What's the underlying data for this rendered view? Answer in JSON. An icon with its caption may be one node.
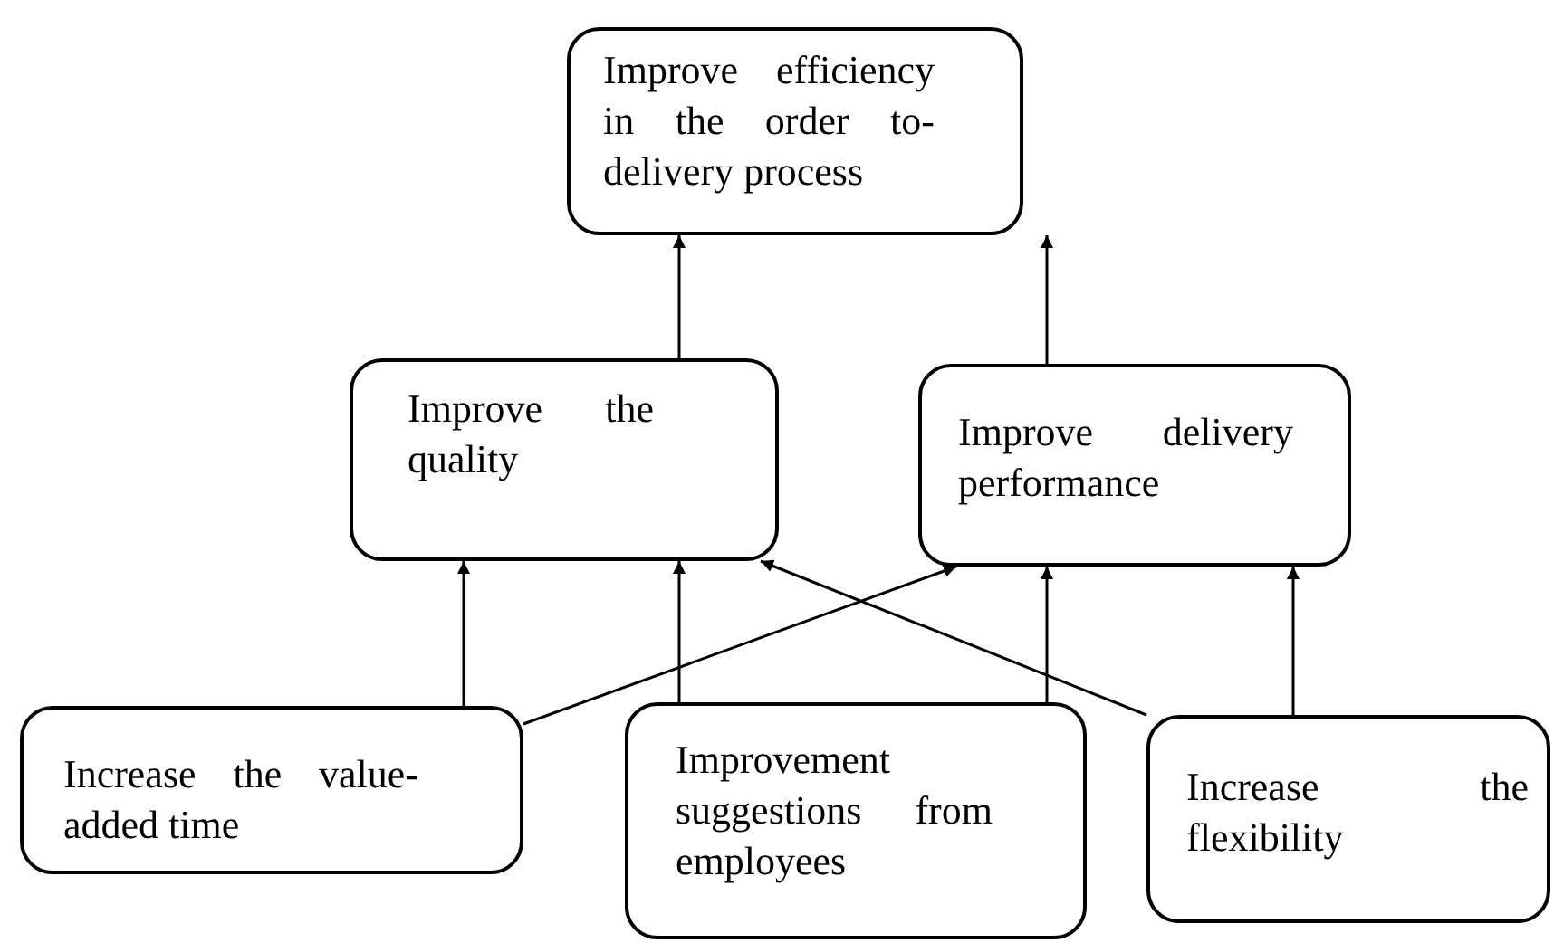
{
  "diagram": {
    "nodes": [
      {
        "text": [
          "Improve efficiency in the order to-delivery process"
        ]
      },
      {
        "text": [
          "Improve the quality"
        ]
      },
      {
        "text": [
          "Improve delivery performance"
        ]
      },
      {
        "text": [
          "Increase the value-added time"
        ]
      },
      {
        "text": [
          "Improvement suggestions from employees"
        ]
      },
      {
        "text": [
          "Increase the flexibility"
        ]
      }
    ],
    "edges": [
      {
        "from": 1,
        "to": 0,
        "arrow": "to"
      },
      {
        "from": 2,
        "to": 0,
        "arrow": "to"
      },
      {
        "from": 3,
        "to": 1,
        "arrow": "to"
      },
      {
        "from": 4,
        "to": 1,
        "arrow": "to"
      },
      {
        "from": 3,
        "to": 2,
        "arrow": "to"
      },
      {
        "from": 4,
        "to": 2,
        "arrow": "to"
      },
      {
        "from": 5,
        "to": 2,
        "arrow": "to"
      },
      {
        "from": 5,
        "to": 1,
        "arrow": "to"
      }
    ]
  }
}
